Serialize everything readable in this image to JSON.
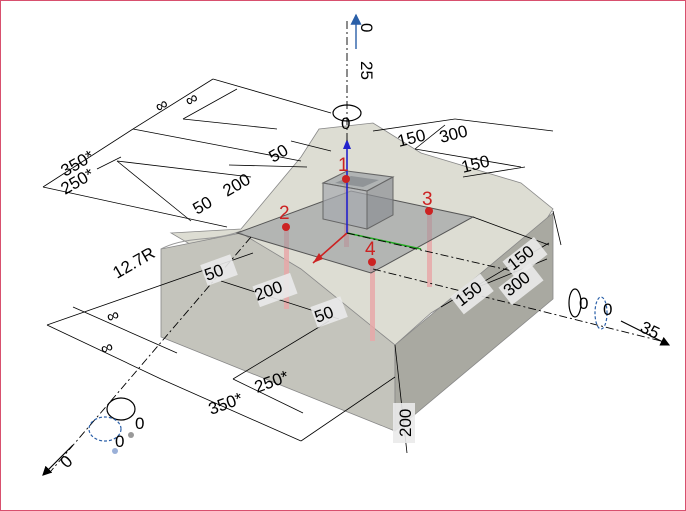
{
  "colors": {
    "frame_border": "#d8506e",
    "soil_top": "#ddddd3",
    "soil_side": "#a9a9a1",
    "soil_front": "#c4c4bc",
    "plate": "#8f9499",
    "pile": "#e8a8a8",
    "point": "#cc2222",
    "axis_x": "#cc2222",
    "axis_y": "#22aa22",
    "axis_z": "#2222cc",
    "rotation_arrow": "#2a5fa8"
  },
  "points": [
    "1",
    "2",
    "3",
    "4"
  ],
  "dimensions": {
    "top_inf_a": "∞",
    "top_inf_b": "∞",
    "top_350": "350*",
    "top_250": "250*",
    "top_50a": "50",
    "top_200": "200",
    "top_50b": "50",
    "top_150a": "150",
    "top_300": "300",
    "top_150b": "150",
    "radius": "12.7R",
    "left_50": "50",
    "mid_200": "200",
    "mid_50": "50",
    "left_inf_a": "∞",
    "left_inf_b": "∞",
    "bot_250": "250*",
    "bot_350": "350*",
    "depth_200": "200",
    "right_150a": "150",
    "right_150b": "150",
    "right_300": "300"
  },
  "supports": {
    "z_top": "0",
    "z_25": "25",
    "z_rot": "0",
    "right_rot_a": "0",
    "right_rot_b": "0",
    "right_35": "35",
    "left_rot_a": "0",
    "left_rot_b": "0",
    "left_axis": "0"
  }
}
